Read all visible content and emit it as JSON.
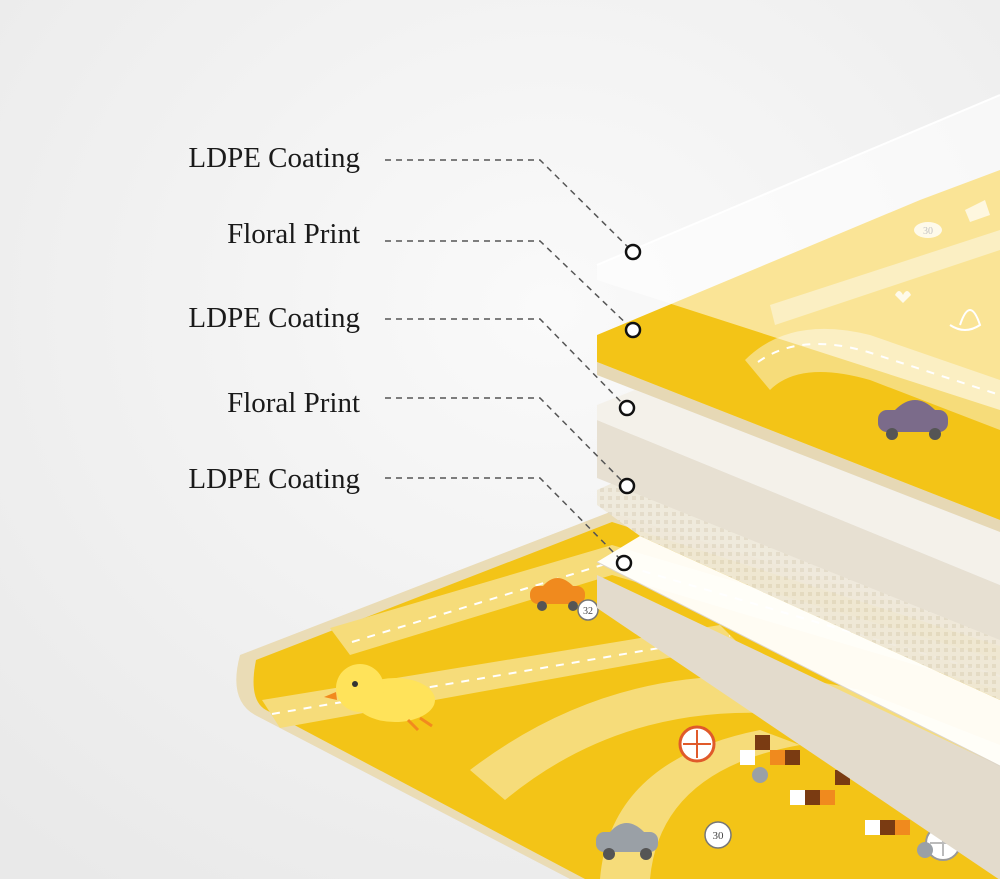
{
  "layers": [
    {
      "label": "LDPE Coating"
    },
    {
      "label": "Floral Print"
    },
    {
      "label": "LDPE Coating"
    },
    {
      "label": "Floral Print"
    },
    {
      "label": "LDPE Coating"
    }
  ],
  "mat_markings": {
    "speed_sign_top": "32",
    "speed_sign_bottom": "30",
    "speed_sign_upper": "30"
  },
  "colors": {
    "background": "#f1f1f1",
    "mat_yellow": "#f3c417",
    "road": "#f6dc7a",
    "foam": "#e9e1d3",
    "film": "#ffffff"
  }
}
